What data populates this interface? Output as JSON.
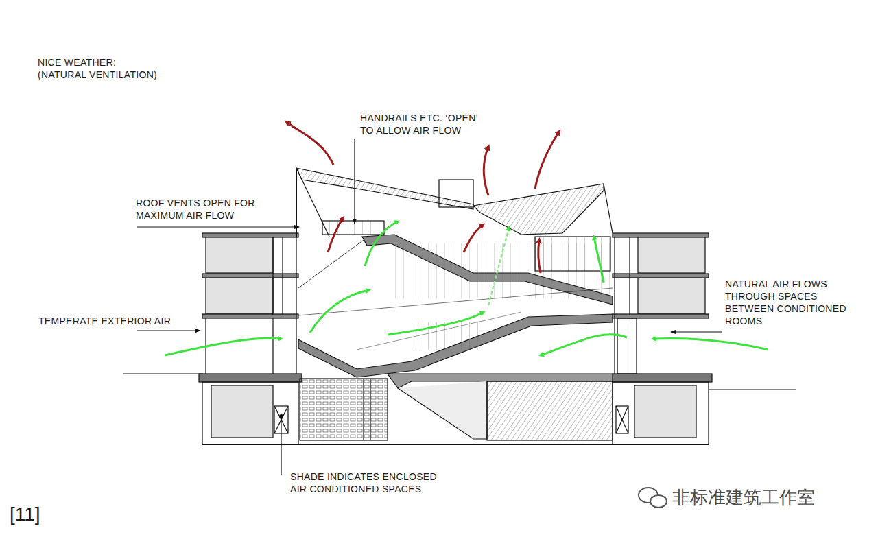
{
  "diagram": {
    "title": "NICE WEATHER: (NATURAL VENTILATION)",
    "labels": [
      "HANDRAILS ETC. ‘OPEN’ TO ALLOW AIR FLOW",
      "ROOF VENTS OPEN FOR MAXIMUM AIR FLOW",
      "TEMPERATE EXTERIOR AIR",
      "NATURAL AIR FLOWS THROUGH SPACES BETWEEN CONDITIONED ROOMS",
      "SHADE INDICATES ENCLOSED AIR CONDITIONED SPACES",
      "[11]",
      "非标准建筑工作室"
    ]
  }
}
